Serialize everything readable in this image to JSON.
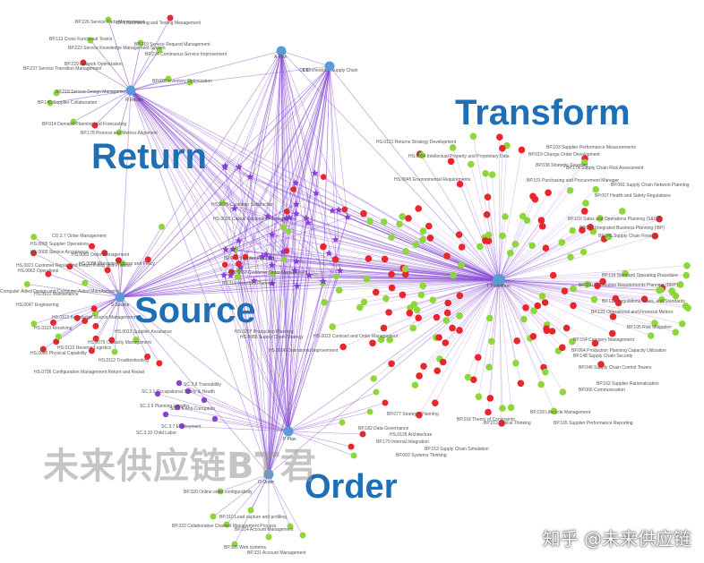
{
  "labels": {
    "transform": "Transform",
    "return": "Return",
    "source": "Source",
    "order": "Order"
  },
  "watermark": "未来供应链BT君",
  "credit": "知乎 @未来供应链",
  "colors": {
    "edge": "#8a4fd6",
    "hub": "#5b9bd5",
    "red_node": "#e8262c",
    "green_node": "#8dd63c",
    "purple_node": "#8b3fd9",
    "label_blue": "#1f6fb4"
  },
  "node_labels": {
    "return": [
      "BP.226 Service Parts Management",
      "BP.170 Ordering and Testing Management",
      "BP.113 Cross Functional Teams",
      "BP.223 Service Knowledge Management System",
      "BP.219 Service Request Management",
      "BP.224 Continuous Service Improvement",
      "BP.227 Service Transition Management",
      "BP.229 Network Optimization",
      "BP.028 Inventory Optimization",
      "BP.218 Service Design Management",
      "BP.145 Supplier Collaboration",
      "BP.014 Demand Planning and Forecasting",
      "BP.178 Process and Metrics Alignment"
    ],
    "source": [
      "CO.2.7 Order Management",
      "HS.0005 Supplier Operations",
      "HS.0000 Service Acceptance",
      "HS.0083 Order Management",
      "HS.0021 Customer Repair and Return Policy and Process",
      "HS.0088 Warranty Process and Policy",
      "HS.0062 Operations",
      "Computer Aided Design and Computer Aided Manufacturing",
      "HS.0101 Maintenance",
      "HS.0047 Engineering",
      "HS.0113 Knowledge Source Management",
      "HS.0110 Receiving",
      "HS.0013 Supplier Assurance",
      "HS.0079 Capacity Management",
      "HS.0122 Reverse Logistics",
      "HS.0080 Physical Capability",
      "HS.0112 Troubleshooting",
      "HS.0796 Configuration Management Return and Repair"
    ],
    "order": [
      "BP.320 Online order configurability",
      "BP.310 Lead capture and profiling",
      "BP.322 Collaborative Channel Management Process",
      "BP.314 Account Management",
      "BP.325 Web systems",
      "BP.331 Account Management"
    ],
    "safety": [
      "SC.3.8 Traceability",
      "SC.3.1 Occupational Safety & Health",
      "SC.3.9 Planning Lengths",
      "SC.3.6 Anti-Corruption",
      "SC.3.7 Employment",
      "SC.3.10 Child Labor"
    ],
    "transform": [
      "HS.0121 Returns Strategy Development",
      "HS.0054 Intellectual Property and Proprietary Data",
      "BP.103 Supplier Performance Measurements",
      "BP.019 Change Order Development",
      "BP.101 Purchasing and Procurement Manager",
      "BP.038 Strategic Sourcing",
      "BP.174 Supply Chain Risk Assessment",
      "BP.061 Supply Chain Network Planning",
      "BP.007 Health and Safety Regulations",
      "BP.050 Integrated Business Planning (IBP)",
      "HS.0045 Environmental Requirements",
      "BP.045 Supply Chain Finance",
      "BP.102 Sales and Operations Planning (S&OP)",
      "BP.116 Standard Operating Procedure",
      "BP.060 Distribution Requirements Planning (DRP)",
      "BP.118 Regulations, Laws, and Standards",
      "BP.122 Operational and Financial Metrics",
      "BP.105 Risk Mitigation",
      "BP.154 Category Management",
      "BP.064 Production Planning Capacity Utilization",
      "BP.148 Supply Chain Security",
      "BP.046 Supply Chain Control Towers",
      "BP.162 Supplier Rationalization",
      "BP.066 Communication",
      "BP.159 Lifecycle Management",
      "BP.165 Supplier Performance Reporting",
      "BP.318 Theory of Constraints",
      "BP.212 Critical Thinking",
      "BP.179 Internal Integration",
      "BP.182 Data Governance",
      "BP.153 Supply Chain Simulation",
      "BP.002 Systems Thinking",
      "BP.077 Strategic Planning",
      "HS.0128 Architecture"
    ],
    "center": [
      "CE Orchestrate Supply Chain",
      "HS.0025 Customer Satisfaction",
      "HS.0026 Capital Equipment Management",
      "BP.010 Supplier Planning",
      "HS.0032 Customer Order Management",
      "BP.319 Inventory Planning",
      "HS.0207 Production Planning",
      "HS.0088 Supply Chain Strategy",
      "HS.0023 Contract and Order Management",
      "HS.0096 Operational Improvement"
    ]
  },
  "hub_labels": {
    "return_hub": "R Return",
    "top_hub": "A Plan",
    "ce_hub": "CE",
    "source_hub": "S Source",
    "transform_hub": "T Transform",
    "plan_hub": "P Plan",
    "order_hub": "O Order"
  }
}
